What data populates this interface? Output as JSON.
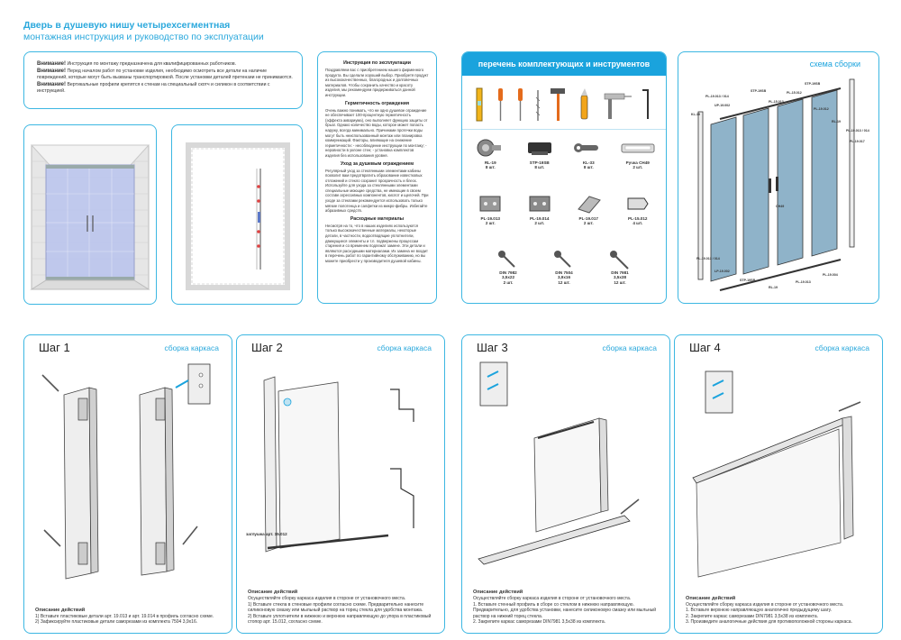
{
  "header": {
    "title": "Дверь в душевую нишу четырехсегментная",
    "subtitle": "монтажная инструкция и руководство по эксплуатации"
  },
  "warnings": [
    {
      "label": "Внимание!",
      "text": "Инструкция по монтажу предназначена для квалифицированных работников."
    },
    {
      "label": "Внимание!",
      "text": "Перед началом работ по установке изделия, необходимо осмотреть все детали на наличие повреждений, которые могут быть вызваны транспортировкой. После установки деталей претензии не принимаются."
    },
    {
      "label": "Внимание!",
      "text": "Вертикальные профили крепятся к стенам на специальный скотч и силикон в соответствии с инструкцией."
    }
  ],
  "care": {
    "title": "Инструкция по эксплуатации",
    "intro": "Поздравляем вас с приобретением нашего фирменного продукта. Вы сделали хороший выбор. Приобретя продукт из высококачественных, благородных и долговечных материалов. Чтобы сохранить качество и красоту изделия, мы рекомендуем придерживаться данной инструкции.",
    "s1_title": "Герметичность ограждения",
    "s1_text": "Очень важно понимать, что ни одно душевое ограждение не обеспечивает 100-процентную герметичность (эффекта аквариума), оно выполняет функцию защиты от брызг. Однако количество воды, которое может попасть наружу, всегда минимально. Причинами протечки воды могут быть неиспользованный монтаж или планировка коммуникаций. Факторы, влияющие на снижение герметичности: - несоблюдение инструкции по монтажу; - неровности в уклоне стен; - установка комплектов изделия без использования уровня.",
    "s2_title": "Уход за душевым ограждением",
    "s2_text": "Регулярный уход за стеклянными элементами кабины позволит вам предотвратить образование известковых отложений и стекло сохранит прозрачность и блеск. Используйте для ухода за стеклянными элементами специальные моющие средства, не имеющие в своем составе агрессивных компонентов, кислот и щелочей. При уходе за стеклами рекомендуется использовать только мягкие полотенца и салфетки из микро-фибры. Избегайте абразивных средств.",
    "s3_title": "Расходные материалы",
    "s3_text": "Несмотря на то, что в наших изделиях используются только высококачественные материалы, некоторые детали, в частности, водоотводящие уплотнители, движущиеся элементы и т.п. подвержены процессам старения и со временем подлежат замене. Эти детали и являются расходными материалами. Их замена не входит в перечень работ по гарантийному обслуживанию, но вы можете приобрести у производителя душевой кабины."
  },
  "parts": {
    "title": "перечень комплектующих и инструментов",
    "items": [
      {
        "code": "RL-19",
        "qty": "8 шт."
      },
      {
        "code": "STP-19SB",
        "qty": "8 шт."
      },
      {
        "code": "KL-33",
        "qty": "8 шт."
      },
      {
        "code": "Ручка CH49",
        "qty": "2 шт."
      },
      {
        "code": "PL-19.013",
        "qty": "2 шт."
      },
      {
        "code": "PL-19.014",
        "qty": "2 шт."
      },
      {
        "code": "PL-19.017",
        "qty": "2 шт."
      },
      {
        "code": "PL-15.012",
        "qty": "4 шт."
      }
    ],
    "screws": [
      {
        "code": "DIN 7982",
        "size": "3,5x22",
        "qty": "2 шт."
      },
      {
        "code": "DIN 7504",
        "size": "3,9x16",
        "qty": "12 шт."
      },
      {
        "code": "DIN 7981",
        "size": "3,5x38",
        "qty": "12 шт."
      }
    ]
  },
  "scheme": {
    "title": "схема сборки",
    "labels": [
      "PL-19.013 / 014",
      "STP-19SB",
      "PL-15.012",
      "UP-19.002",
      "PL-19.012",
      "PL-15.013",
      "KL-19",
      "RL-19",
      "STP-19SB",
      "PL-19.013 / 014",
      "PL-19.017",
      "CH49",
      "PL-19.013 / 014",
      "LP-19.002",
      "STP-19SB",
      "RL-19",
      "PL-19.013",
      "PL-19.004"
    ]
  },
  "steps": [
    {
      "num": "Шаг 1",
      "sub": "сборка каркаса",
      "desc_title": "Описание действий",
      "lines": [
        "1) Вставьте пластиковые детали арт. 19.013 и арт. 19.014 в профиль согласно схеме.",
        "2) Зафиксируйте пластиковые детали саморезами из комплекта 7504 3,9х16."
      ]
    },
    {
      "num": "Шаг 2",
      "sub": "сборка каркаса",
      "callout": "заглушка арт. 15.012",
      "desc_title": "Описание действий",
      "lines": [
        "Осуществляйте сборку каркаса изделия в стороне от установочного места.",
        "1) Вставьте стекла в стеновые профили согласно схеме. Предварительно нанесите силиконовую смазку или мыльный раствор на торец стекла для удобства монтажа.",
        "2) Вставьте уплотнители в нижнюю и верхнюю направляющую до упора в пластиковый стопор арт. 15.012, согласно схеме."
      ]
    },
    {
      "num": "Шаг 3",
      "sub": "сборка каркаса",
      "desc_title": "Описание действий",
      "lines": [
        "Осуществляйте сборку каркаса изделия в стороне от установочного места.",
        "1. Вставьте стенный профиль в сборе со стеклом в нижнюю направляющую. Предварительно, для удобства установки, нанесите силиконовую смазку или мыльный раствор на нижний торец стекла.",
        "2. Закрепите каркас саморезами DIN7981 3,5х38 из комплекта."
      ]
    },
    {
      "num": "Шаг 4",
      "sub": "сборка каркаса",
      "desc_title": "Описание действий",
      "lines": [
        "Осуществляйте сборку каркаса изделия в стороне от установочного места.",
        "1. Вставьте верхнюю направляющую аналогично предыдущему шагу.",
        "2. Закрепите каркас саморезами DIN7981 3,5х38 из комплекта.",
        "3. Произведите аналогичные действия для противоположной стороны каркаса."
      ]
    }
  ],
  "colors": {
    "accent": "#1aa3dd",
    "border": "#3cb7e2",
    "glass": "#8fb3c9"
  }
}
